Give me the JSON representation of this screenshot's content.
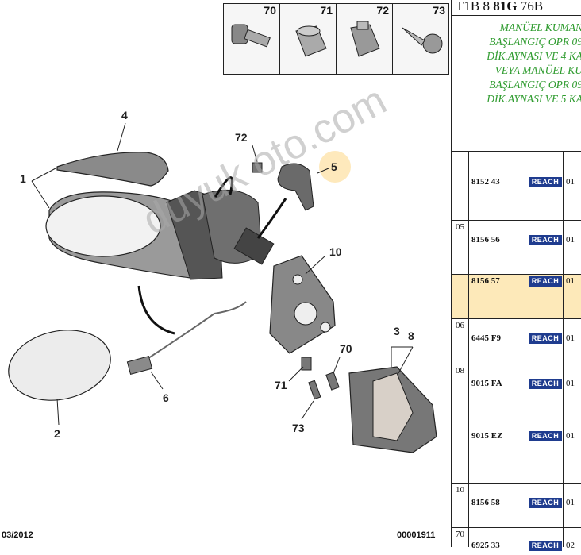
{
  "thumbs": [
    {
      "num": "70",
      "icon": "screw-icon"
    },
    {
      "num": "71",
      "icon": "nut-icon"
    },
    {
      "num": "72",
      "icon": "clip-icon"
    },
    {
      "num": "73",
      "icon": "self-tapping-screw-icon"
    }
  ],
  "callouts": {
    "c1": "1",
    "c2": "2",
    "c3": "3",
    "c4": "4",
    "c5": "5",
    "c6": "6",
    "c8": "8",
    "c10": "10",
    "c70": "70",
    "c71": "71",
    "c72": "72",
    "c73": "73"
  },
  "footer": {
    "date": "03/2012",
    "docnum": "00001911"
  },
  "watermark": "duyuk oto.com",
  "header": {
    "pre": "T1B 8 ",
    "bold": "81G",
    "post": " 76B"
  },
  "description": [
    "MANÜEL KUMAN",
    "BAŞLANGIÇ OPR 09",
    "DİK.AYNASI VE 4 KA",
    "VEYA MANÜEL KU",
    "BAŞLANGIÇ OPR 09",
    "DİK.AYNASI VE 5 KA"
  ],
  "rows": [
    {
      "index": "",
      "items": [
        {
          "ref": "8152 43",
          "badge": "REACH",
          "qty": "01"
        }
      ]
    },
    {
      "index": "05",
      "items": [
        {
          "ref": "8156 56",
          "badge": "REACH",
          "qty": "01"
        }
      ]
    },
    {
      "index": "",
      "highlight": true,
      "items": [
        {
          "ref": "8156 57",
          "badge": "REACH",
          "qty": "01"
        }
      ]
    },
    {
      "index": "06",
      "items": [
        {
          "ref": "6445 F9",
          "badge": "REACH",
          "qty": "01"
        }
      ]
    },
    {
      "index": "08",
      "items": [
        {
          "ref": "9015 FA",
          "badge": "REACH",
          "qty": "01"
        },
        {
          "ref": "9015 EZ",
          "badge": "REACH",
          "qty": "01"
        }
      ]
    },
    {
      "index": "10",
      "items": [
        {
          "ref": "8156 58",
          "badge": "REACH",
          "qty": "01"
        }
      ]
    },
    {
      "index": "70",
      "items": [
        {
          "ref": "6925 33",
          "badge": "REACH",
          "qty": "02"
        }
      ]
    }
  ],
  "colors": {
    "accent": "#2e9b2e",
    "badge": "#1f3c8f",
    "highlight": "#fde9b9"
  }
}
